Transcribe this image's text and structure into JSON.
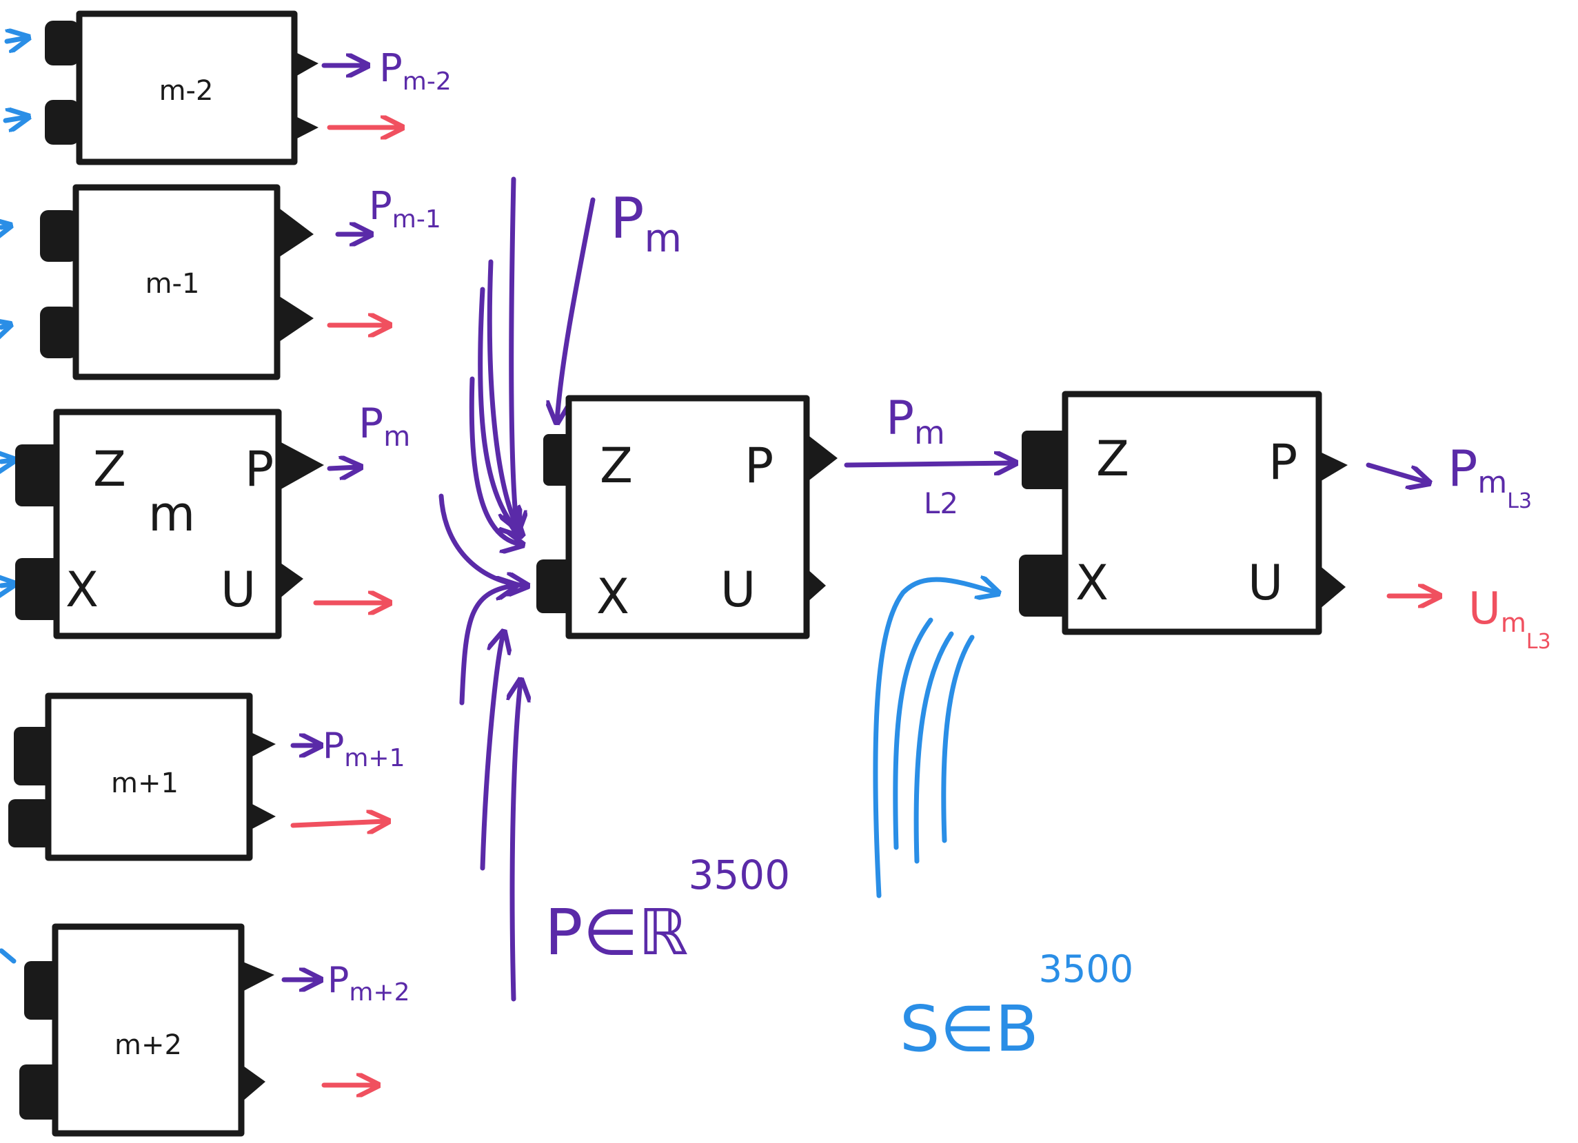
{
  "small_blocks": [
    {
      "label": "m-2",
      "output_label": "P",
      "output_sub": "m-2"
    },
    {
      "label": "m-1",
      "output_label": "P",
      "output_sub": "m-1"
    },
    {
      "label": "m+1",
      "output_label": "P",
      "output_sub": "m+1"
    },
    {
      "label": "m+2",
      "output_label": "P",
      "output_sub": "m+2"
    }
  ],
  "block_m": {
    "center": "m",
    "in_top": "Z",
    "in_bottom": "X",
    "out_top": "P",
    "out_bottom": "U",
    "output_label": "P",
    "output_sub": "m"
  },
  "block_l2": {
    "in_top": "Z",
    "in_bottom": "X",
    "out_top": "P",
    "out_bottom": "U",
    "input_label": "P",
    "input_label_sub": "m"
  },
  "connector_l2_l3": {
    "label": "P",
    "label_sub": "m",
    "below": "L2"
  },
  "block_l3": {
    "in_top": "Z",
    "in_bottom": "X",
    "out_top": "P",
    "out_bottom": "U",
    "out_p_label": "P",
    "out_p_sub": "m",
    "out_p_subsub": "L3",
    "out_u_label": "U",
    "out_u_sub": "m",
    "out_u_subsub": "L3"
  },
  "annotations": {
    "p_set": "P∈ℝ",
    "p_exp": "3500",
    "s_set": "S∈B",
    "s_exp": "3500"
  },
  "colors": {
    "purple": "#5a2aa8",
    "red": "#f0505f",
    "blue": "#2a8ee6",
    "ink": "#1a1a1a"
  }
}
